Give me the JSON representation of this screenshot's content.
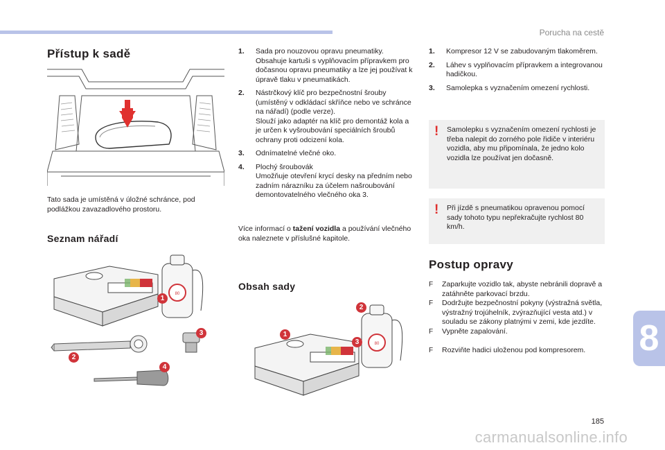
{
  "header": {
    "section": "Porucha na cestě"
  },
  "chapter": {
    "number": "8"
  },
  "footer": {
    "page_number": "185",
    "watermark": "carmanualsonline.info"
  },
  "col1": {
    "title": "Přístup k sadě",
    "access_text": "Tato sada je umístěná v úložné schránce, pod podlážkou zavazadlového prostoru.",
    "tools_title": "Seznam nářadí",
    "tools_callouts": [
      "1",
      "2",
      "3",
      "4"
    ]
  },
  "col2": {
    "items": [
      {
        "num": "1.",
        "text": "Sada pro nouzovou opravu pneumatiky. Obsahuje kartuši s vyplňovacím přípravkem pro dočasnou opravu pneumatiky a lze jej používat k úpravě tlaku v pneumatikách."
      },
      {
        "num": "2.",
        "text": "Nástrčkový klíč pro bezpečnostní šrouby (umístěný v odkládací skříňce nebo ve schránce na nářadí) (podle verze).",
        "text2": "Slouží jako adaptér na klíč pro demontáž kola a je určen k vyšroubování speciálních šroubů ochrany proti odcizení kola."
      },
      {
        "num": "3.",
        "text": "Odnímatelné vlečné oko."
      },
      {
        "num": "4.",
        "text": "Plochý šroubovák",
        "text2": "Umožňuje otevření krycí desky na předním nebo zadním nárazníku za účelem našroubování demontovatelného vlečného oka 3."
      }
    ],
    "more_info_prefix": "Více informací o ",
    "more_info_bold": "tažení vozidla",
    "more_info_suffix": " a používání vlečného oka naleznete v příslušné kapitole.",
    "kit_title": "Obsah sady",
    "kit_callouts": [
      "1",
      "2",
      "3"
    ]
  },
  "col3": {
    "items": [
      {
        "num": "1.",
        "text": "Kompresor 12 V se zabudovaným tlakoměrem."
      },
      {
        "num": "2.",
        "text": "Láhev s vyplňovacím přípravkem a integrovanou hadičkou."
      },
      {
        "num": "3.",
        "text": "Samolepka s vyznačením omezení rychlosti."
      }
    ],
    "warning1": "Samolepku s vyznačením omezení rychlosti je třeba nalepit do zorného pole řidiče v interiéru vozidla, aby mu připomínala, že jedno kolo vozidla lze používat jen dočasně.",
    "warning2": "Při jízdě s pneumatikou opravenou pomocí sady tohoto typu nepřekračujte rychlost 80 km/h.",
    "warning_mark": "!",
    "repair_title": "Postup opravy",
    "steps": [
      "Zaparkujte vozidlo tak, abyste nebránili dopravě a zatáhněte parkovací brzdu.",
      "Dodržujte bezpečnostní pokyny (výstražná světla, výstražný trojúhelník, zvýrazňující vesta atd.) v souladu se zákony platnými v zemi, kde jezdíte.",
      "Vypněte zapalování.",
      "Rozviňte hadici uloženou pod kompresorem."
    ],
    "step_marker": "F"
  },
  "colors": {
    "accent": "#b9c3e8",
    "callout": "#d0343a",
    "warning": "#e0312f",
    "box": "#f0f0f0"
  }
}
